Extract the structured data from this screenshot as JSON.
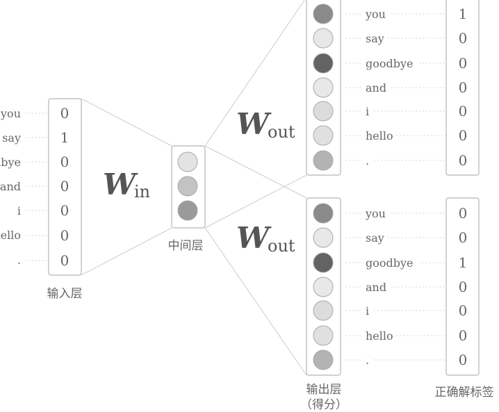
{
  "words": [
    "you",
    "say",
    "goodbye",
    "and",
    "i",
    "hello",
    "."
  ],
  "input_layer": {
    "values": [
      "0",
      "1",
      "0",
      "0",
      "0",
      "0",
      "0"
    ],
    "caption": "输入层"
  },
  "weights": {
    "input": {
      "symbol": "W",
      "subscript": "in"
    },
    "output_top": {
      "symbol": "W",
      "subscript": "out"
    },
    "output_bottom": {
      "symbol": "W",
      "subscript": "out"
    }
  },
  "hidden_layer": {
    "caption": "中间层",
    "node_colors": [
      "#e3e3e3",
      "#c3c3c3",
      "#9a9a9a"
    ]
  },
  "output_top": {
    "node_colors": [
      "#8a8a8a",
      "#e8e8e8",
      "#636363",
      "#e8e8e8",
      "#dcdcdc",
      "#e0e0e0",
      "#b3b3b3"
    ],
    "labels": [
      "1",
      "0",
      "0",
      "0",
      "0",
      "0",
      "0"
    ]
  },
  "output_bottom": {
    "node_colors": [
      "#8a8a8a",
      "#e8e8e8",
      "#636363",
      "#e8e8e8",
      "#dcdcdc",
      "#e0e0e0",
      "#b3b3b3"
    ],
    "labels": [
      "0",
      "0",
      "1",
      "0",
      "0",
      "0",
      "0"
    ]
  },
  "output_caption": {
    "line1": "输出层",
    "line2": "（得分）"
  },
  "label_caption": "正确解标签"
}
